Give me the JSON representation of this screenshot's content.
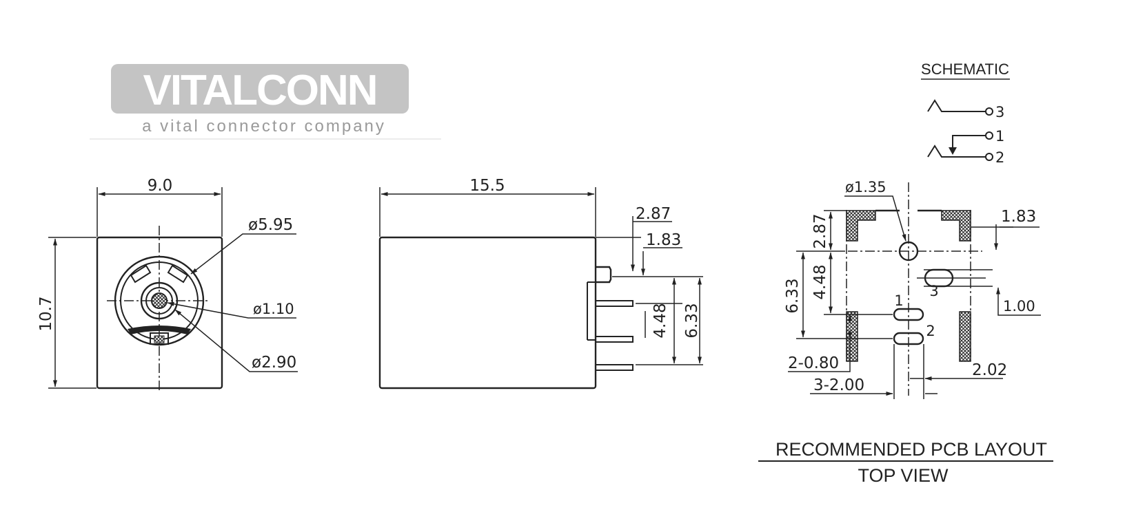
{
  "logo": {
    "brand": "VITALCONN",
    "tagline": "a vital connector company"
  },
  "schematic": {
    "title": "SCHEMATIC",
    "pins": [
      "3",
      "1",
      "2"
    ]
  },
  "front_view": {
    "width": "9.0",
    "height": "10.7",
    "dia_outer": "ø5.95",
    "dia_pin": "ø1.10",
    "dia_inner": "ø2.90"
  },
  "side_view": {
    "length": "15.5",
    "d_287": "2.87",
    "d_183": "1.83",
    "d_448": "4.48",
    "d_633": "6.33"
  },
  "pcb_layout": {
    "hole_dia": "ø1.35",
    "d_287": "2.87",
    "d_448": "4.48",
    "d_633": "6.33",
    "d_183": "1.83",
    "d_100": "1.00",
    "d_202": "2.02",
    "slots_w": "2-0.80",
    "slots_l": "3-2.00",
    "pin_labels": [
      "1",
      "2",
      "3"
    ],
    "caption_1": "RECOMMENDED  PCB  LAYOUT",
    "caption_2": "TOP  VIEW"
  },
  "colors": {
    "ink": "#222222",
    "logo_gray": "#c4c4c4",
    "tagline_gray": "#9a9a9a"
  }
}
